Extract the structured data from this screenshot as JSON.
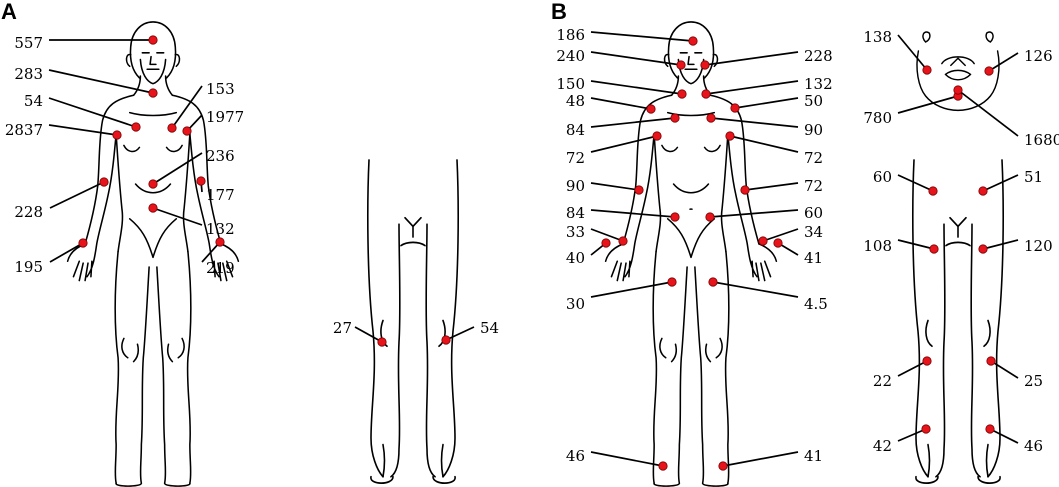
{
  "panels": [
    {
      "label": "A",
      "annotations": [
        {
          "value": "557",
          "side": "left"
        },
        {
          "value": "283",
          "side": "left"
        },
        {
          "value": "54",
          "side": "left"
        },
        {
          "value": "2837",
          "side": "left"
        },
        {
          "value": "228",
          "side": "left"
        },
        {
          "value": "195",
          "side": "left"
        },
        {
          "value": "153",
          "side": "right"
        },
        {
          "value": "1977",
          "side": "right"
        },
        {
          "value": "236",
          "side": "right"
        },
        {
          "value": "177",
          "side": "right"
        },
        {
          "value": "132",
          "side": "right"
        },
        {
          "value": "219",
          "side": "right"
        },
        {
          "value": "27",
          "side": "left"
        },
        {
          "value": "54",
          "side": "right"
        }
      ]
    },
    {
      "label": "B",
      "annotations": [
        {
          "value": "186",
          "side": "left"
        },
        {
          "value": "240",
          "side": "left"
        },
        {
          "value": "150",
          "side": "left"
        },
        {
          "value": "48",
          "side": "left"
        },
        {
          "value": "84",
          "side": "left"
        },
        {
          "value": "72",
          "side": "left"
        },
        {
          "value": "90",
          "side": "left"
        },
        {
          "value": "84",
          "side": "left"
        },
        {
          "value": "33",
          "side": "left"
        },
        {
          "value": "40",
          "side": "left"
        },
        {
          "value": "30",
          "side": "left"
        },
        {
          "value": "46",
          "side": "left"
        },
        {
          "value": "228",
          "side": "right"
        },
        {
          "value": "132",
          "side": "right"
        },
        {
          "value": "50",
          "side": "right"
        },
        {
          "value": "90",
          "side": "right"
        },
        {
          "value": "72",
          "side": "right"
        },
        {
          "value": "72",
          "side": "right"
        },
        {
          "value": "60",
          "side": "right"
        },
        {
          "value": "34",
          "side": "right"
        },
        {
          "value": "41",
          "side": "right"
        },
        {
          "value": "4.5",
          "side": "right"
        },
        {
          "value": "41",
          "side": "right"
        },
        {
          "value": "138",
          "side": "left"
        },
        {
          "value": "126",
          "side": "right"
        },
        {
          "value": "780",
          "side": "left"
        },
        {
          "value": "1680",
          "side": "right"
        },
        {
          "value": "60",
          "side": "left"
        },
        {
          "value": "51",
          "side": "right"
        },
        {
          "value": "108",
          "side": "left"
        },
        {
          "value": "120",
          "side": "right"
        },
        {
          "value": "22",
          "side": "left"
        },
        {
          "value": "25",
          "side": "right"
        },
        {
          "value": "42",
          "side": "left"
        },
        {
          "value": "46",
          "side": "right"
        }
      ]
    }
  ],
  "colors": {
    "marker": "#e8141b",
    "line": "#000000"
  }
}
